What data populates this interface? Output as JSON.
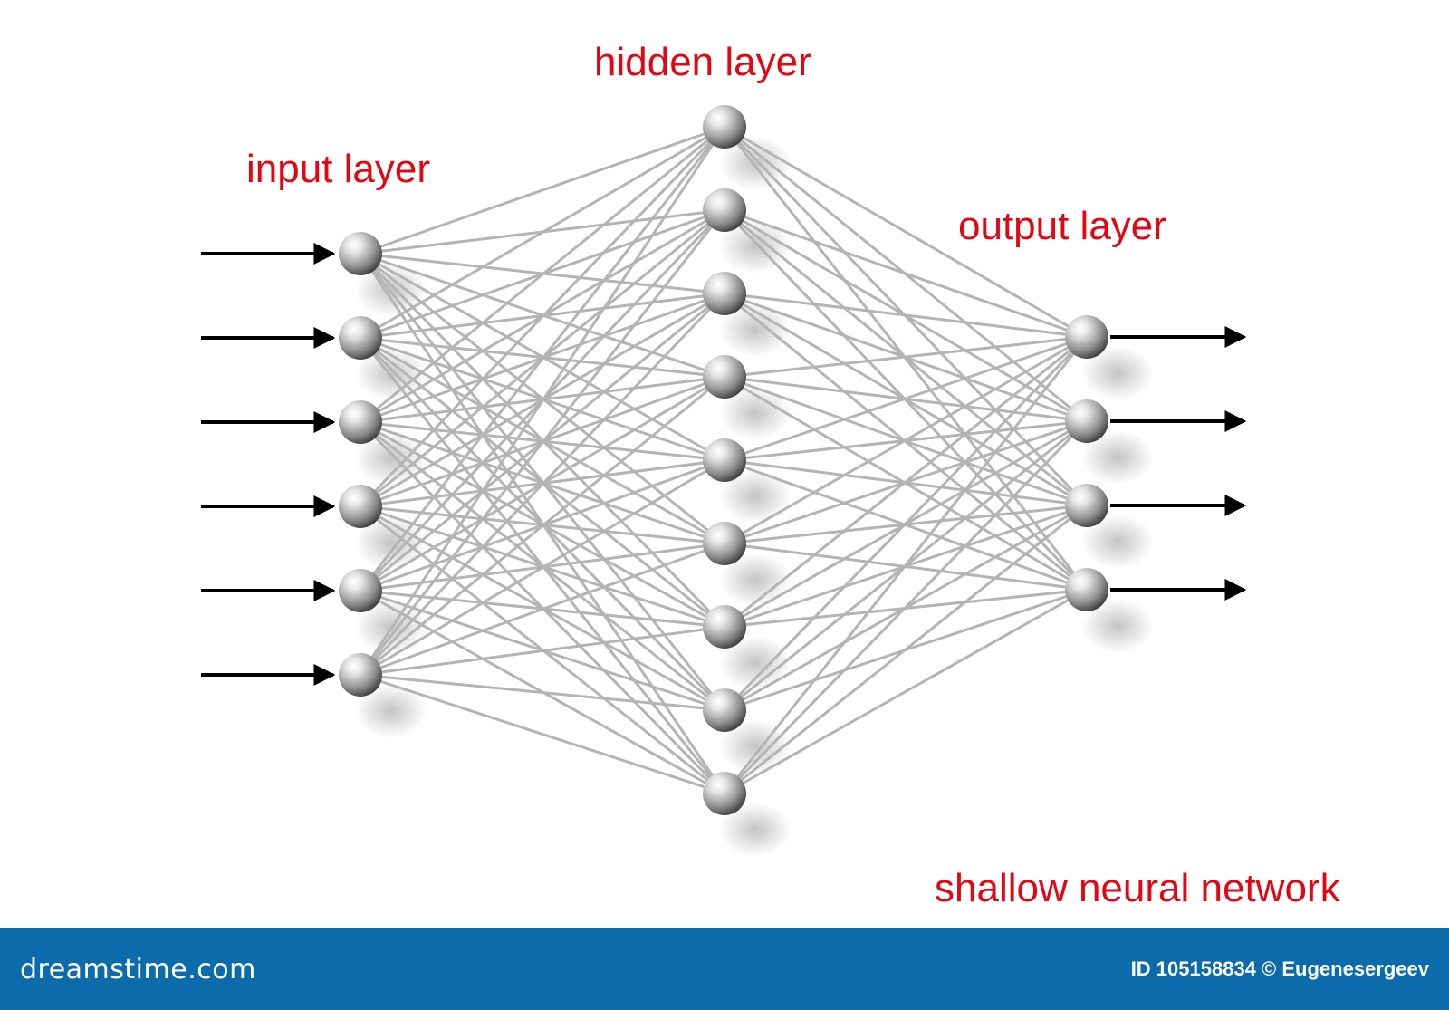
{
  "labels": {
    "input_layer": "input layer",
    "hidden_layer": "hidden layer",
    "output_layer": "output layer",
    "caption": "shallow neural network"
  },
  "footer": {
    "brand": "dreamstime.com",
    "credit": "ID 105158834 © Eugenesergeev"
  },
  "network": {
    "layers": [
      {
        "name": "input",
        "neurons": 6
      },
      {
        "name": "hidden",
        "neurons": 9
      },
      {
        "name": "output",
        "neurons": 4
      }
    ],
    "input_arrows": 6,
    "output_arrows": 4,
    "connections": "fully-connected"
  },
  "colors": {
    "label": "#e30613",
    "edge": "#b4b4b4",
    "arrow": "#000000",
    "footer_bg": "#0c6baa",
    "footer_text": "#ffffff"
  }
}
